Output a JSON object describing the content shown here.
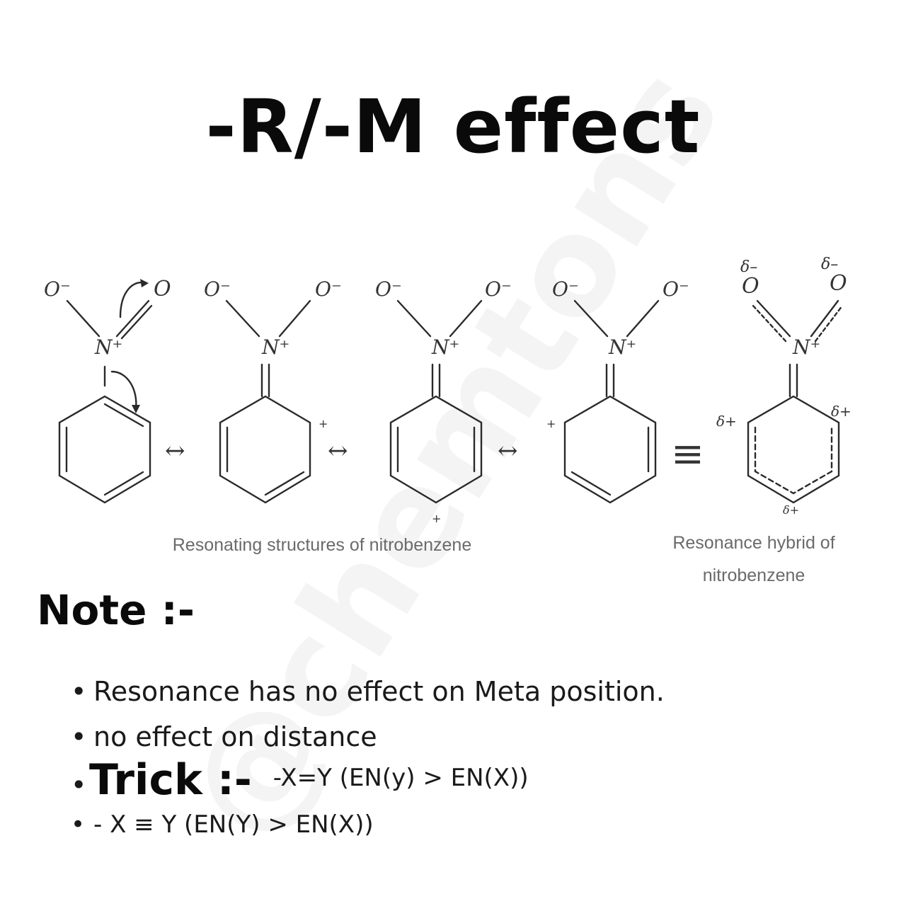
{
  "title": "-R/-M effect",
  "watermark": "@chemtons",
  "diagram": {
    "atom_labels": {
      "n_plus": "N⁺",
      "o_minus": "O⁻",
      "o": "O",
      "plus": "+",
      "delta_minus": "δ–",
      "delta_plus": "δ+",
      "equivalent": "≡",
      "arrow": "↔"
    },
    "caption_structures": "Resonating structures of nitrobenzene",
    "caption_hybrid_line1": "Resonance hybrid of",
    "caption_hybrid_line2": "nitrobenzene"
  },
  "note": {
    "heading": "Note :-",
    "bullets": [
      "Resonance has no effect on Meta position.",
      "no effect on distance"
    ],
    "bullet_symbol": "•",
    "trick_label": "Trick :-",
    "trick_rule_1": "-X=Y (EN(y) > EN(X))",
    "trick_rule_2": "- X ≡ Y (EN(Y) > EN(X))"
  }
}
